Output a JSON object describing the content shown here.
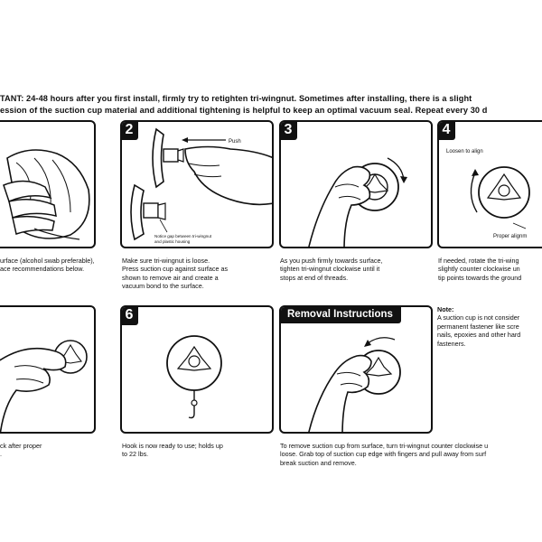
{
  "important": {
    "line1": "TANT: 24-48 hours after you first install, firmly try to retighten tri-wingnut. Sometimes after installing, there is a slight",
    "line2": "ession of the suction cup material and additional tightening is helpful to keep an optimal vacuum seal. Repeat every 30 d"
  },
  "steps": {
    "s1": {
      "caption": [
        "urface (alcohol swab preferable),",
        "ace recommendations below."
      ]
    },
    "s2": {
      "number": "2",
      "push_label": "Push",
      "note_label": [
        "Notice gap between tri-wingnut",
        "and plastic housing"
      ],
      "caption": [
        "Make sure tri-wingnut is loose.",
        "Press suction cup against surface as",
        "shown to remove air and create a",
        "vacuum bond to the surface."
      ]
    },
    "s3": {
      "number": "3",
      "caption": [
        "As you push firmly towards surface,",
        "tighten tri-wingnut clockwise until it",
        "stops at end of threads."
      ]
    },
    "s4": {
      "number": "4",
      "loosen_label": "Loosen to align",
      "proper_label": "Proper alignm",
      "caption": [
        "If needed, rotate the tri-wing",
        "slightly counter clockwise un",
        "tip points towards the ground"
      ]
    },
    "s5": {
      "caption": [
        "ck after proper",
        "."
      ]
    },
    "s6": {
      "number": "6",
      "caption": [
        "Hook is now ready to use; holds up",
        "to 22 lbs."
      ]
    },
    "removal": {
      "header": "Removal Instructions",
      "caption": [
        "To remove suction cup from surface, turn tri-wingnut counter clockwise u",
        "loose. Grab top of suction cup edge with fingers and pull away from surf",
        "break suction and remove."
      ]
    },
    "note": {
      "title": "Note:",
      "lines": [
        "A suction cup is not consider",
        "permanent fastener like scre",
        "nails, epoxies and other hard",
        "fasteners."
      ]
    }
  }
}
